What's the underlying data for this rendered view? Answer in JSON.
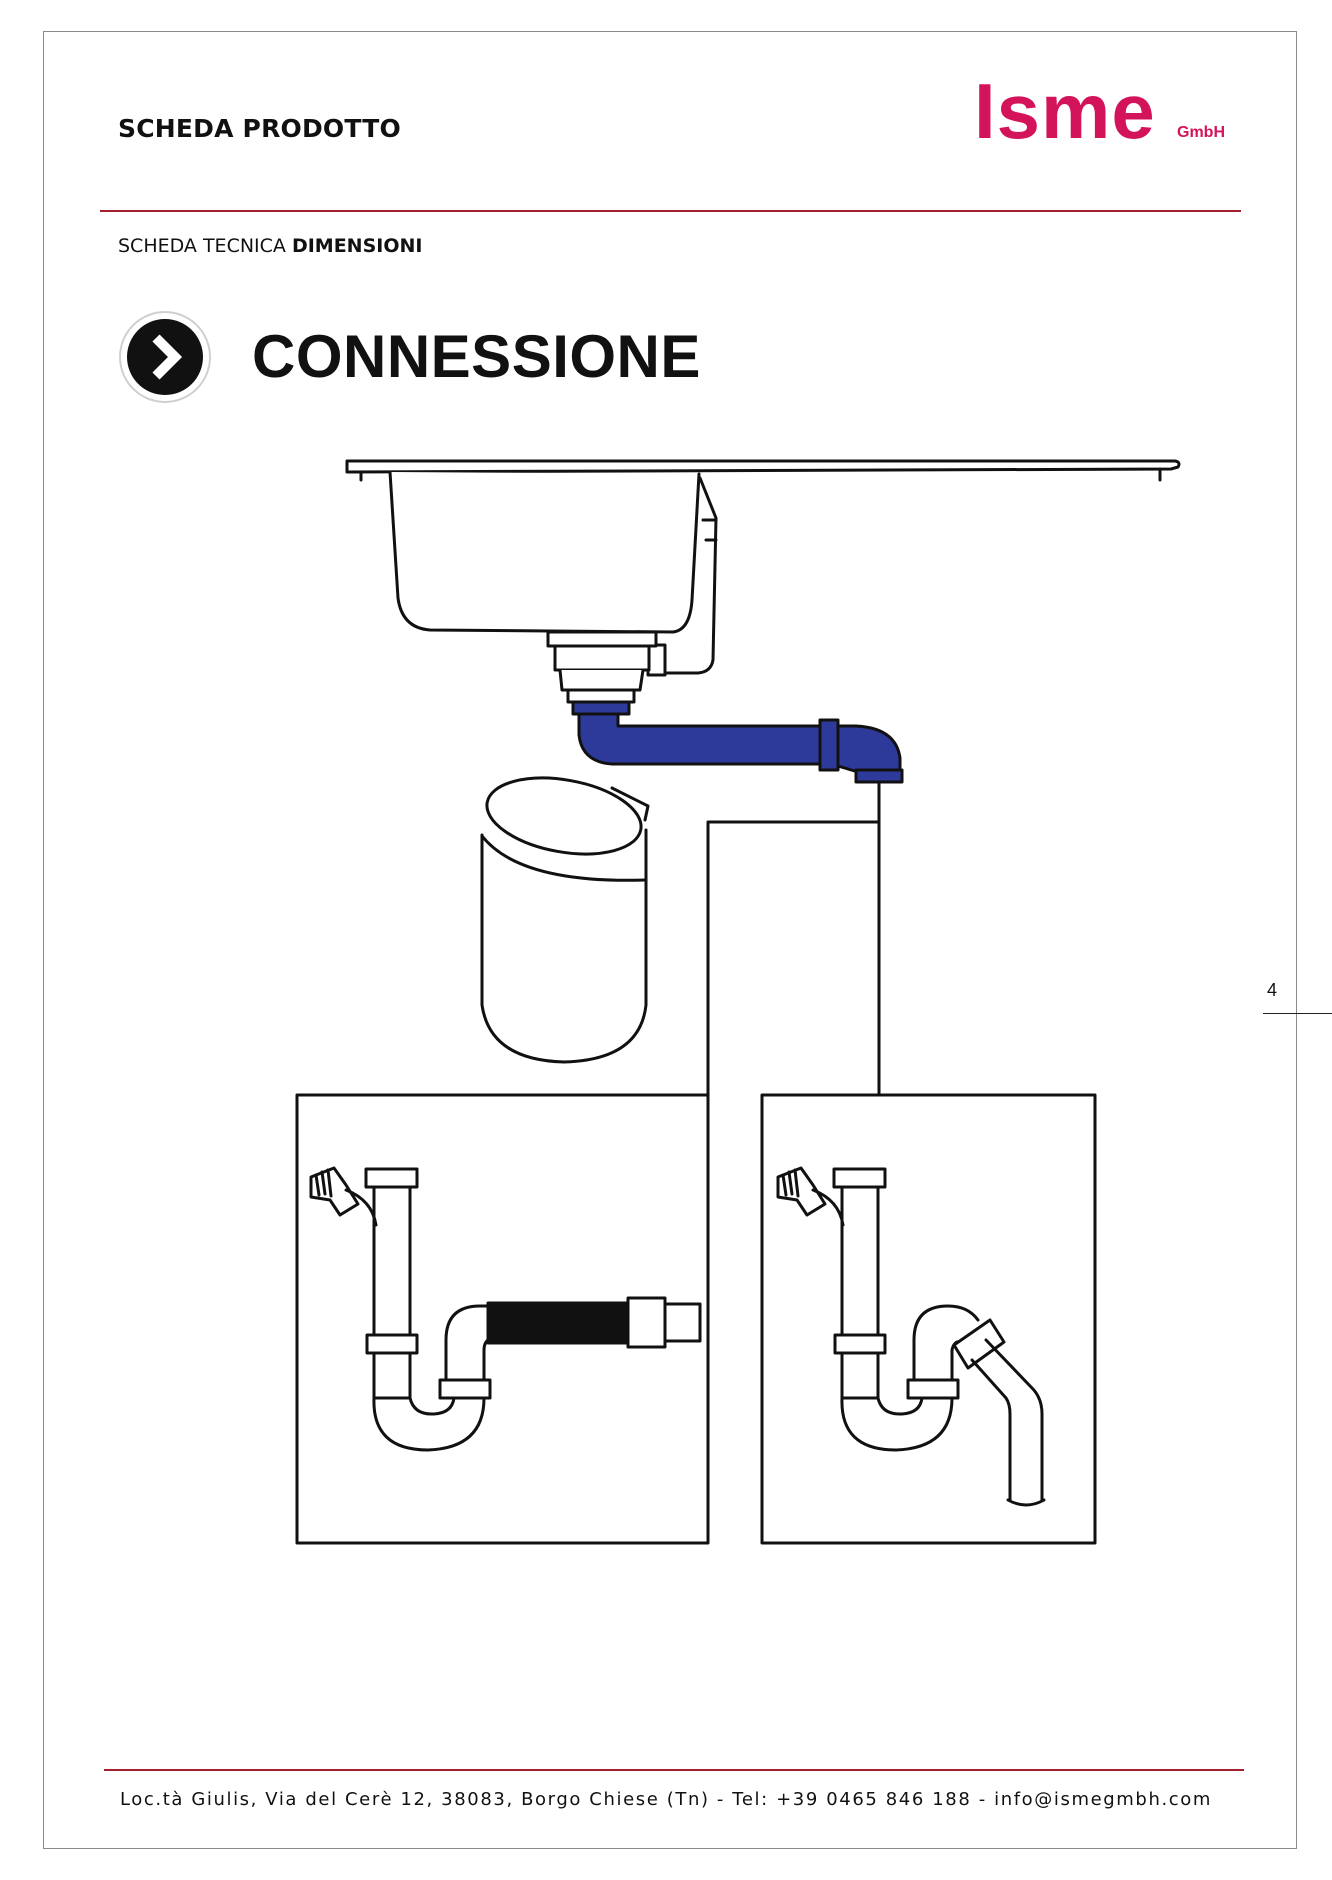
{
  "header": {
    "title": "SCHEDA PRODOTTO",
    "logo_text": "Isme",
    "logo_suffix": "GmbH",
    "brand_color": "#d4145a"
  },
  "subtitle": {
    "prefix": "SCHEDA TECNICA ",
    "emphasis": "DIMENSIONI"
  },
  "section": {
    "icon": "chevron-right-icon",
    "title": "CONNESSIONE"
  },
  "diagram": {
    "highlight_color": "#2e3a9a"
  },
  "page": {
    "number": "4"
  },
  "footer": {
    "address": "Loc.tà Giulis, Via del Cerè 12, 38083, Borgo Chiese (Tn)  - Tel: +39 0465 846 188 - info@ismegmbh.com"
  }
}
